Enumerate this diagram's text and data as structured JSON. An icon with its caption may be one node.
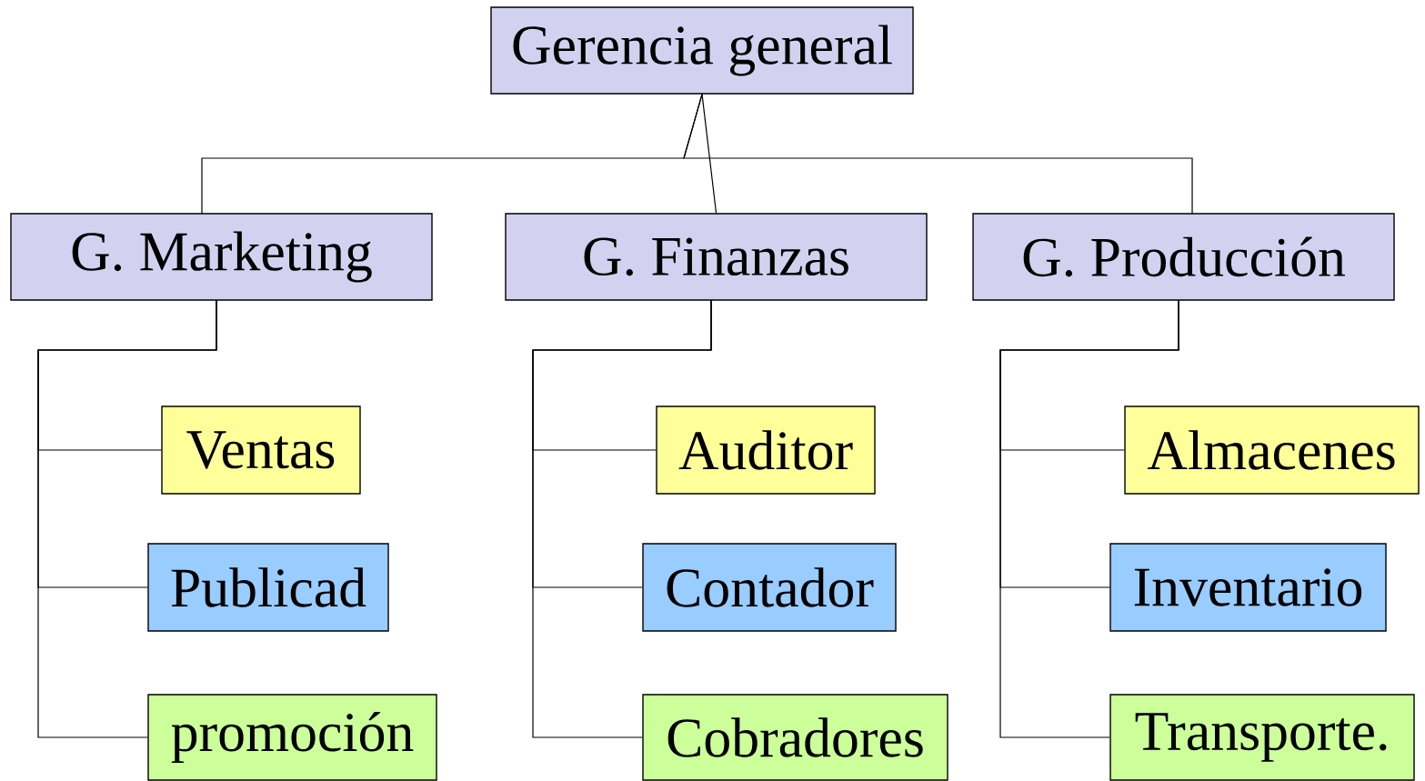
{
  "diagram": {
    "nodes": [
      {
        "text": [
          "Gerencia general"
        ]
      },
      {
        "text": [
          "G. Marketing"
        ]
      },
      {
        "text": [
          "G. Finanzas"
        ]
      },
      {
        "text": [
          "G. Producción"
        ]
      },
      {
        "text": [
          "Ventas"
        ]
      },
      {
        "text": [
          "Publicad"
        ]
      },
      {
        "text": [
          "promoción"
        ]
      },
      {
        "text": [
          "Auditor"
        ]
      },
      {
        "text": [
          "Contador"
        ]
      },
      {
        "text": [
          "Cobradores"
        ]
      },
      {
        "text": [
          "Almacenes"
        ]
      },
      {
        "text": [
          "Inventario"
        ]
      },
      {
        "text": [
          "Transporte."
        ]
      }
    ],
    "edges": [
      {
        "from": 0,
        "to": 1,
        "arrow": "none"
      },
      {
        "from": 0,
        "to": 2,
        "arrow": "none"
      },
      {
        "from": 0,
        "to": 3,
        "arrow": "none"
      },
      {
        "from": 1,
        "to": 4,
        "arrow": "none"
      },
      {
        "from": 1,
        "to": 5,
        "arrow": "none"
      },
      {
        "from": 1,
        "to": 6,
        "arrow": "none"
      },
      {
        "from": 2,
        "to": 7,
        "arrow": "none"
      },
      {
        "from": 2,
        "to": 8,
        "arrow": "none"
      },
      {
        "from": 2,
        "to": 9,
        "arrow": "none"
      },
      {
        "from": 3,
        "to": 10,
        "arrow": "none"
      },
      {
        "from": 3,
        "to": 11,
        "arrow": "none"
      },
      {
        "from": 3,
        "to": 12,
        "arrow": "none"
      }
    ]
  }
}
